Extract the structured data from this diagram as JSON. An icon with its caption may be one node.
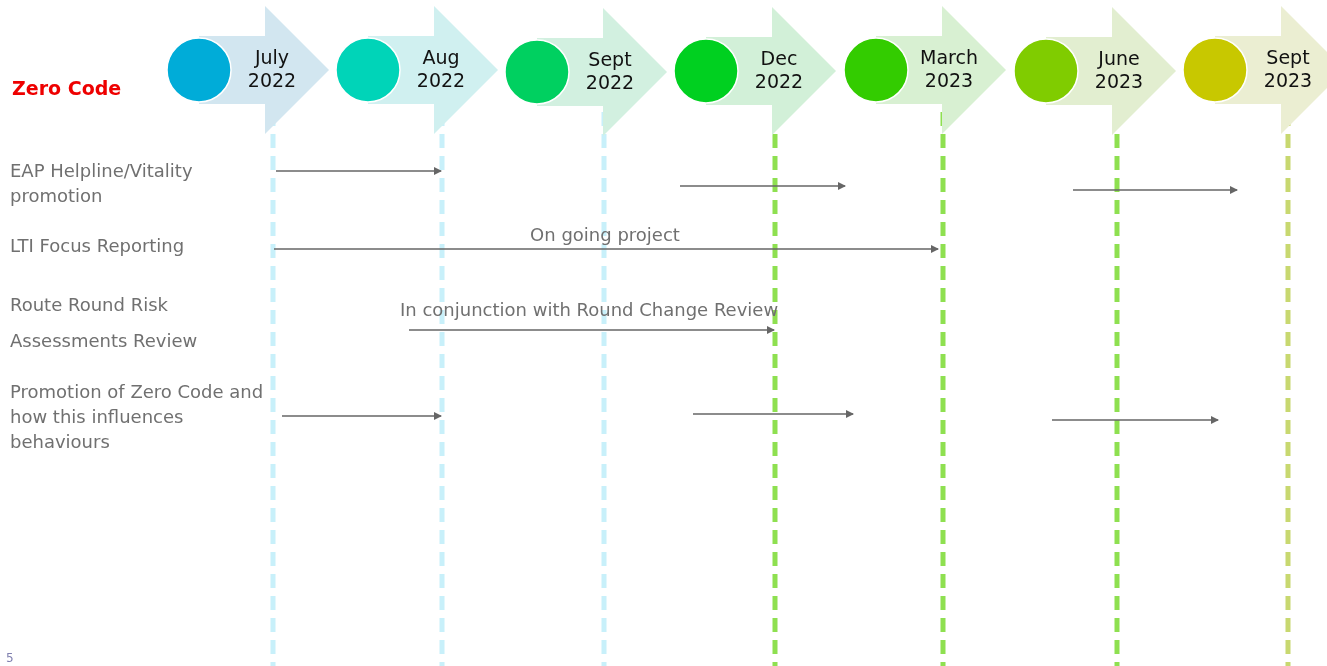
{
  "diagram": {
    "nodes": [
      {
        "text": [
          "July 2022"
        ]
      },
      {
        "text": [
          "Aug 2022"
        ]
      },
      {
        "text": [
          "Sept 2022"
        ]
      },
      {
        "text": [
          "Dec 2022"
        ]
      },
      {
        "text": [
          "March 2023"
        ]
      },
      {
        "text": [
          "June 2023"
        ]
      },
      {
        "text": [
          "Sept 2023"
        ]
      }
    ],
    "labels": [
      "Zero Code",
      "EAP Helpline/Vitality promotion",
      "LTI Focus Reporting",
      "On going project",
      "Route Round Risk Assessments Review",
      "In conjunction with Round Change Review",
      "Promotion of Zero Code and how this influences behaviours",
      "5"
    ]
  }
}
